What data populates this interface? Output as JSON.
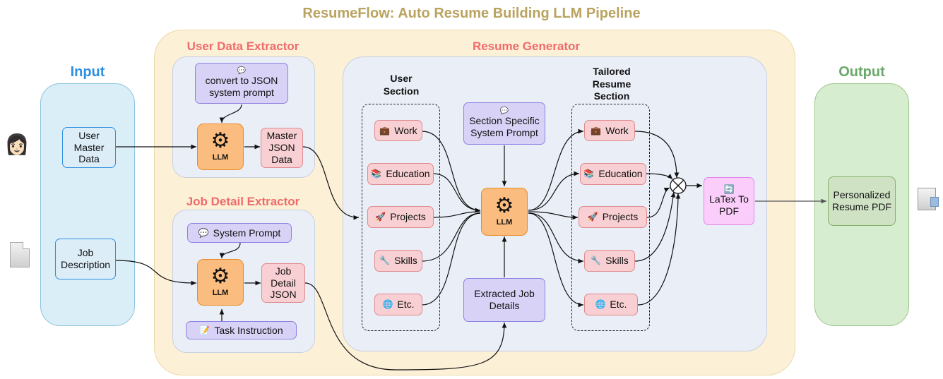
{
  "title": "ResumeFlow: Auto Resume Building LLM Pipeline",
  "input": {
    "heading": "Input",
    "user_master_data": "User Master Data",
    "job_description": "Job Description"
  },
  "user_data_extractor": {
    "heading": "User Data Extractor",
    "prompt": "convert to JSON system prompt",
    "llm": "LLM",
    "output": "Master JSON Data"
  },
  "job_detail_extractor": {
    "heading": "Job Detail Extractor",
    "system_prompt": "System Prompt",
    "llm": "LLM",
    "output": "Job Detail JSON",
    "task_instruction": "Task Instruction"
  },
  "resume_generator": {
    "heading": "Resume Generator",
    "user_section_heading": "User Section",
    "tailored_section_heading": "Tailored Resume Section",
    "sections": [
      "Work",
      "Education",
      "Projects",
      "Skills",
      "Etc."
    ],
    "section_icons": [
      "briefcase-icon",
      "books-icon",
      "rocket-icon",
      "wrench-icon",
      "globe-icon"
    ],
    "section_prompt": "Section Specific System Prompt",
    "llm": "LLM",
    "extracted_job_details": "Extracted Job Details",
    "latex": "LaTex To PDF"
  },
  "output": {
    "heading": "Output",
    "result": "Personalized Resume PDF"
  },
  "colors": {
    "title": "#b9a35f",
    "input_heading": "#2f8fe0",
    "output_heading": "#6aa86a",
    "extractor_heading": "#ef6b6b"
  }
}
